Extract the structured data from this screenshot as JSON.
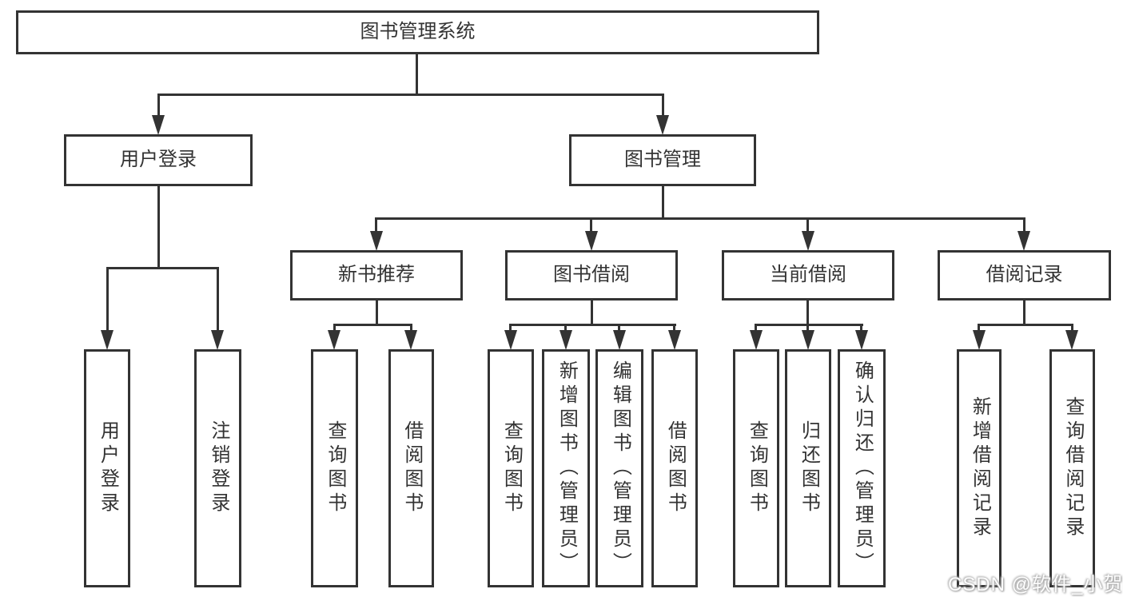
{
  "nodes": {
    "root": "图书管理系统",
    "level2": {
      "user_login": "用户登录",
      "book_management": "图书管理"
    },
    "level3": {
      "new_books": "新书推荐",
      "book_borrow": "图书借阅",
      "current_borrow": "当前借阅",
      "borrow_records": "借阅记录"
    },
    "leaves": [
      "用户登录",
      "注销登录",
      "查询图书",
      "借阅图书",
      "查询图书",
      "新增图书（管理员）",
      "编辑图书（管理员）",
      "借阅图书",
      "查询图书",
      "归还图书",
      "确认归还（管理员）",
      "新增借阅记录",
      "查询借阅记录"
    ]
  },
  "watermark": "CSDN @软件_小贺同学",
  "colors": {
    "line": "#333333",
    "text": "#333333",
    "background": "#ffffff",
    "watermark_text": "#fdfdfd"
  }
}
